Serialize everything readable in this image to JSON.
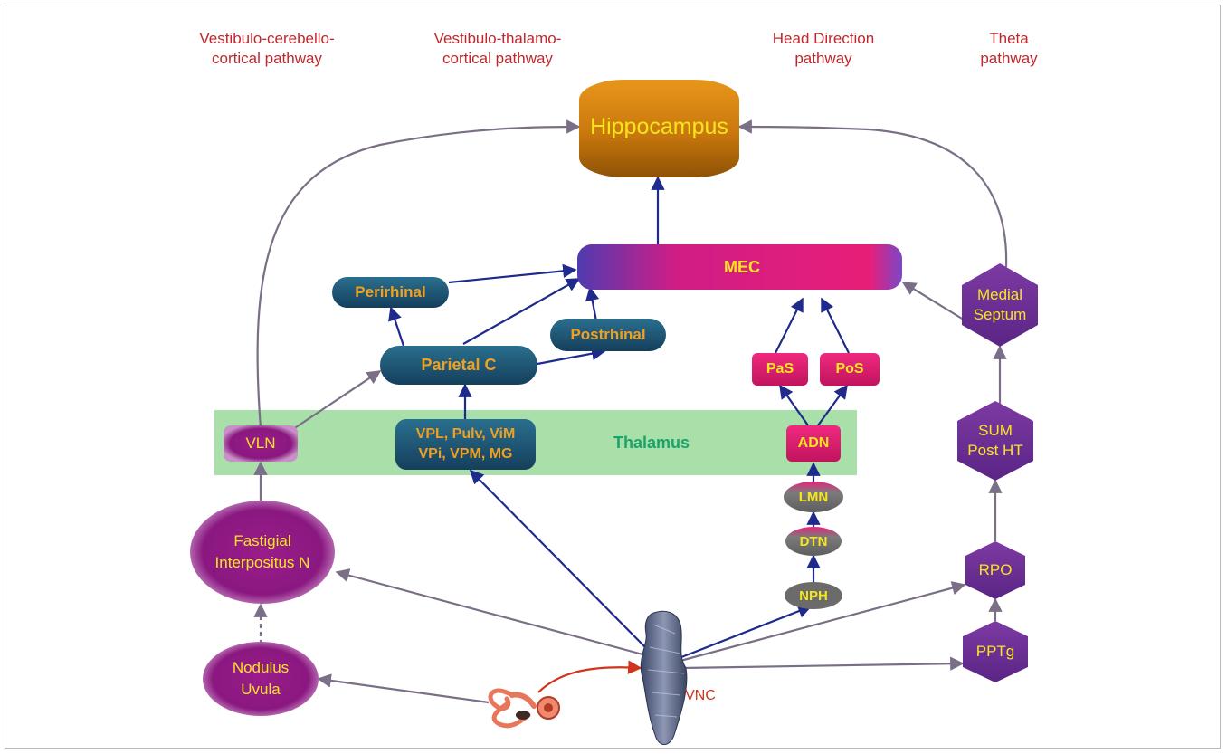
{
  "pathways": {
    "cerebello": "Vestibulo-cerebello-\ncortical pathway",
    "thalamo": "Vestibulo-thalamo-\ncortical pathway",
    "head_direction": "Head Direction\npathway",
    "theta": "Theta\npathway"
  },
  "nodes": {
    "hippocampus": "Hippocampus",
    "mec": "MEC",
    "perirhinal": "Perirhinal",
    "postrhinal": "Postrhinal",
    "parietal": "Parietal C",
    "pas": "PaS",
    "pos": "PoS",
    "thalamus": "Thalamus",
    "vln": "VLN",
    "vpl": "VPL, Pulv, ViM\nVPi, VPM, MG",
    "adn": "ADN",
    "lmn": "LMN",
    "dtn": "DTN",
    "nph": "NPH",
    "medial_septum": "Medial\nSeptum",
    "sum": "SUM\nPost HT",
    "rpo": "RPO",
    "pptg": "PPTg",
    "fastigial": "Fastigial\nInterpositus N",
    "nodulus": "Nodulus\nUvula",
    "vnc": "VNC"
  },
  "icons": {
    "inner_ear": "inner-ear-icon",
    "vestibular_nucleus": "vestibular-nucleus-icon"
  },
  "colors": {
    "title_red": "#c0272d",
    "node_text_yellow": "#f6e61e",
    "node_text_orange": "#f0a020",
    "thalamus_band": "#a9dfa8",
    "thalamus_text": "#1aa36b",
    "arrow_blue": "#1e2a8c",
    "arrow_grey": "#7a6f86",
    "arrow_red": "#d0341c"
  }
}
